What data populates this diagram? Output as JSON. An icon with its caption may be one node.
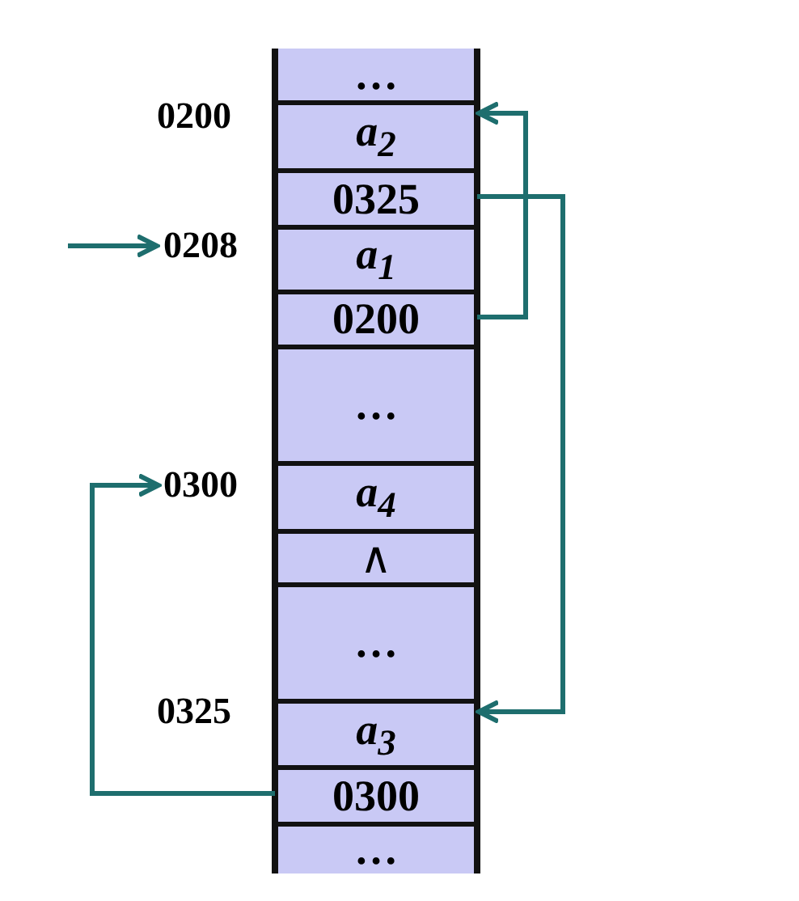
{
  "diagram": {
    "nodes": [
      {
        "text": [
          "…"
        ]
      },
      {
        "text": [
          "0200"
        ]
      },
      {
        "text": [
          "a$_{2}$"
        ]
      },
      {
        "text": [
          "0325"
        ]
      },
      {
        "text": [
          "0208"
        ]
      },
      {
        "text": [
          "a$_{1}$"
        ]
      },
      {
        "text": [
          "0200"
        ]
      },
      {
        "text": [
          "…"
        ]
      },
      {
        "text": [
          "0300"
        ]
      },
      {
        "text": [
          "a$_{4}$"
        ]
      },
      {
        "text": [
          "∧"
        ]
      },
      {
        "text": [
          "…"
        ]
      },
      {
        "text": [
          "0325"
        ]
      },
      {
        "text": [
          "a$_{3}$"
        ]
      },
      {
        "text": [
          "0300"
        ]
      },
      {
        "text": [
          "…"
        ]
      }
    ],
    "edges": [
      {
        "from": 6,
        "to": 2,
        "arrow": "to"
      },
      {
        "from": 3,
        "to": 13,
        "arrow": "to"
      },
      {
        "from": null,
        "to": 4,
        "arrow": "to"
      },
      {
        "from": 14,
        "to": 8,
        "arrow": "to"
      }
    ]
  }
}
